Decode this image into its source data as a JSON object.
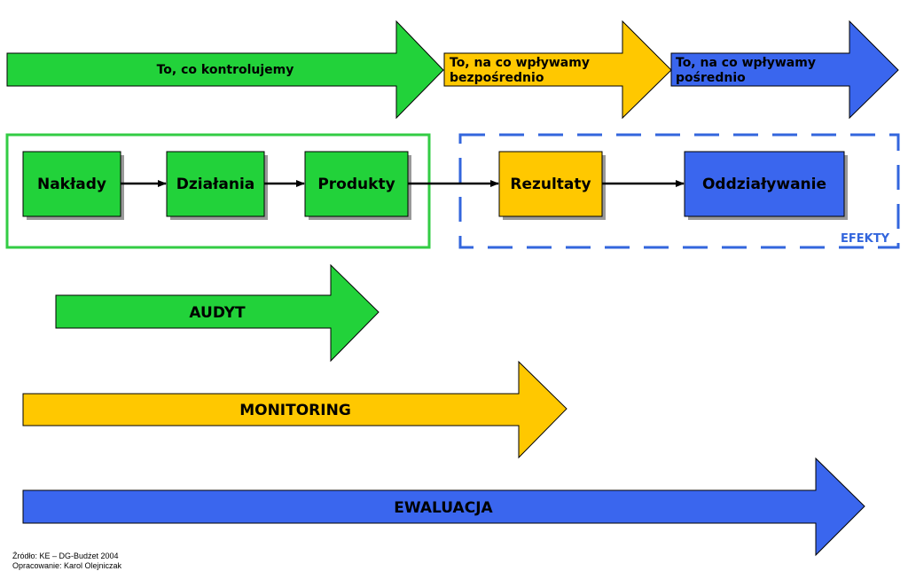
{
  "colors": {
    "green": "#22d23a",
    "yellow": "#ffc800",
    "blue": "#3a66ee",
    "frame_green": "#33cc44",
    "frame_blue": "#3366dd",
    "shadow": "#999999"
  },
  "header": {
    "controlled": "To, co kontrolujemy",
    "direct_line1": "To, na co wpływamy",
    "direct_line2": "bezpośrednio",
    "indirect_line1": "To, na co wpływamy",
    "indirect_line2": "pośrednio"
  },
  "chain": {
    "inputs": "Nakłady",
    "activities": "Działania",
    "outputs": "Produkty",
    "results": "Rezultaty",
    "impact": "Oddziaływanie",
    "effects_label": "EFEKTY"
  },
  "bars": {
    "audit": "AUDYT",
    "monitoring": "MONITORING",
    "evaluation": "EWALUACJA"
  },
  "footer": {
    "source": "Źródło: KE – DG-Budżet 2004",
    "author": "Opracowanie: Karol Olejniczak"
  }
}
